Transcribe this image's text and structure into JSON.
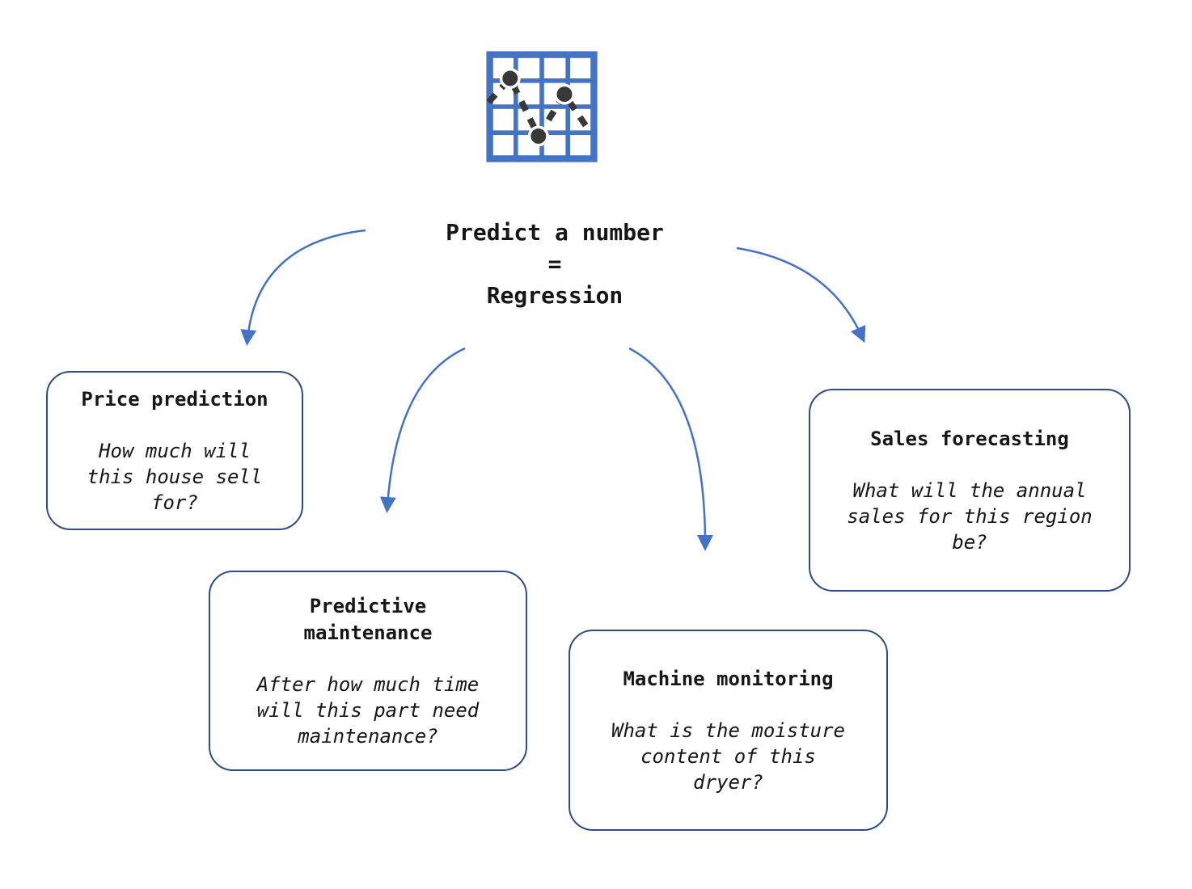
{
  "title": {
    "lines": [
      "Predict a number",
      "=",
      "Regression"
    ]
  },
  "icon": {
    "name": "line-chart-icon",
    "description": "grid with dashed line and three data points"
  },
  "nodes": [
    {
      "id": "price-prediction",
      "heading_lines": [
        "Price prediction"
      ],
      "question_lines": [
        "How much will",
        "this house sell",
        "for?"
      ]
    },
    {
      "id": "predictive-maintenance",
      "heading_lines": [
        "Predictive",
        "maintenance"
      ],
      "question_lines": [
        "After how much time",
        "will this part need",
        "maintenance?"
      ]
    },
    {
      "id": "machine-monitoring",
      "heading_lines": [
        "Machine monitoring"
      ],
      "question_lines": [
        "What is the moisture",
        "content of this",
        "dryer?"
      ]
    },
    {
      "id": "sales-forecasting",
      "heading_lines": [
        "Sales forecasting"
      ],
      "question_lines": [
        "What will the annual",
        "sales for this region",
        "be?"
      ]
    }
  ],
  "colors": {
    "arrow": "#4472C4",
    "box_border": "#2E4D85",
    "icon_grid": "#4472C4",
    "icon_marker": "#383838",
    "text": "#161616",
    "background": "#FFFFFF"
  }
}
